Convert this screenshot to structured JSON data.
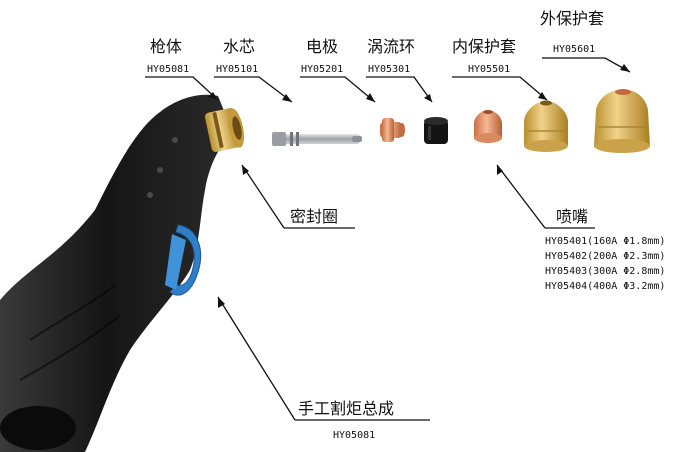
{
  "labels": {
    "torch_body": {
      "name": "枪体",
      "code": "HY05081"
    },
    "water_core": {
      "name": "水芯",
      "code": "HY05101"
    },
    "electrode": {
      "name": "电极",
      "code": "HY05201"
    },
    "swirl_ring": {
      "name": "涡流环",
      "code": "HY05301"
    },
    "inner_cap": {
      "name": "内保护套",
      "code": "HY05501"
    },
    "outer_cap": {
      "name": "外保护套",
      "code": "HY05601"
    },
    "seal_ring": {
      "name": "密封圈"
    },
    "nozzle": {
      "name": "喷嘴",
      "specs": [
        "HY05401(160A  Φ1.8mm)",
        "HY05402(200A  Φ2.3mm)",
        "HY05403(300A  Φ2.8mm)",
        "HY05404(400A  Φ3.2mm)"
      ]
    },
    "assembly": {
      "name": "手工割炬总成",
      "code": "HY05081"
    }
  },
  "colors": {
    "handle": "#1b1b1b",
    "trigger": "#2f7fc8",
    "copper": "#e0926a",
    "brass": "#d9b356",
    "steel": "#b9bcc0"
  }
}
